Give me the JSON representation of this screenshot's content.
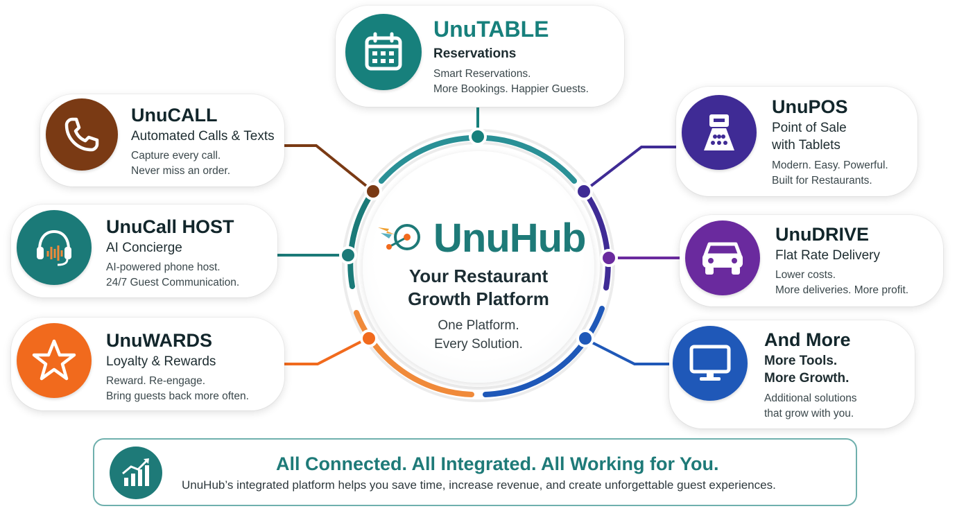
{
  "products": [
    {
      "id": "unutable",
      "name": "UnuTABLE",
      "subtitle": [
        "Reservations"
      ],
      "description": [
        "Smart Reservations.",
        "More Bookings. Happier Guests."
      ],
      "icon": "calendar-icon",
      "color": "#17807c"
    },
    {
      "id": "unucall",
      "name": "UnuCALL",
      "subtitle": [
        "Automated Calls & Texts"
      ],
      "description": [
        "Capture every call.",
        "Never miss an order."
      ],
      "icon": "phone-icon",
      "color": "#7a3a14"
    },
    {
      "id": "unucall-host",
      "name": "UnuCall HOST",
      "subtitle": [
        "AI Concierge"
      ],
      "description": [
        "AI-powered phone host.",
        "24/7 Guest Communication."
      ],
      "icon": "headset-icon",
      "color": "#1b7a78"
    },
    {
      "id": "unuwards",
      "name": "UnuWARDS",
      "subtitle": [
        "Loyalty & Rewards"
      ],
      "description": [
        "Reward. Re-engage.",
        "Bring guests back more often."
      ],
      "icon": "star-icon",
      "color": "#f16a1d"
    },
    {
      "id": "unupos",
      "name": "UnuPOS",
      "subtitle": [
        "Point of Sale",
        "with Tablets"
      ],
      "description": [
        "Modern. Easy. Powerful.",
        "Built for Restaurants."
      ],
      "icon": "pos-terminal-icon",
      "color": "#3f2b95"
    },
    {
      "id": "unudrive",
      "name": "UnuDRIVE",
      "subtitle": [
        "Flat Rate Delivery"
      ],
      "description": [
        "Lower costs.",
        "More deliveries. More profit."
      ],
      "icon": "car-icon",
      "color": "#6a2a9e"
    },
    {
      "id": "and-more",
      "name": "And More",
      "subtitle": [
        "More Tools.",
        "More Growth."
      ],
      "description": [
        "Additional solutions",
        "that grow with you."
      ],
      "icon": "monitor-icon",
      "color": "#1f58b8"
    }
  ],
  "hub": {
    "brand": "UnuHub",
    "title_lines": [
      "Your Restaurant",
      "Growth Platform"
    ],
    "tagline_lines": [
      "One Platform.",
      "Every Solution."
    ]
  },
  "banner": {
    "headline": "All Connected. All Integrated. All Working for You.",
    "body": "UnuHub’s integrated platform helps you save time, increase revenue, and create unforgettable guest experiences.",
    "icon": "growth-chart-icon",
    "accent": "#1e7a78"
  },
  "colors": {
    "teal": "#1e7a78",
    "brown": "#7a3a14",
    "orange": "#f16a1d",
    "indigo": "#3f2b95",
    "purple": "#6a2a9e",
    "blue": "#1f58b8"
  }
}
